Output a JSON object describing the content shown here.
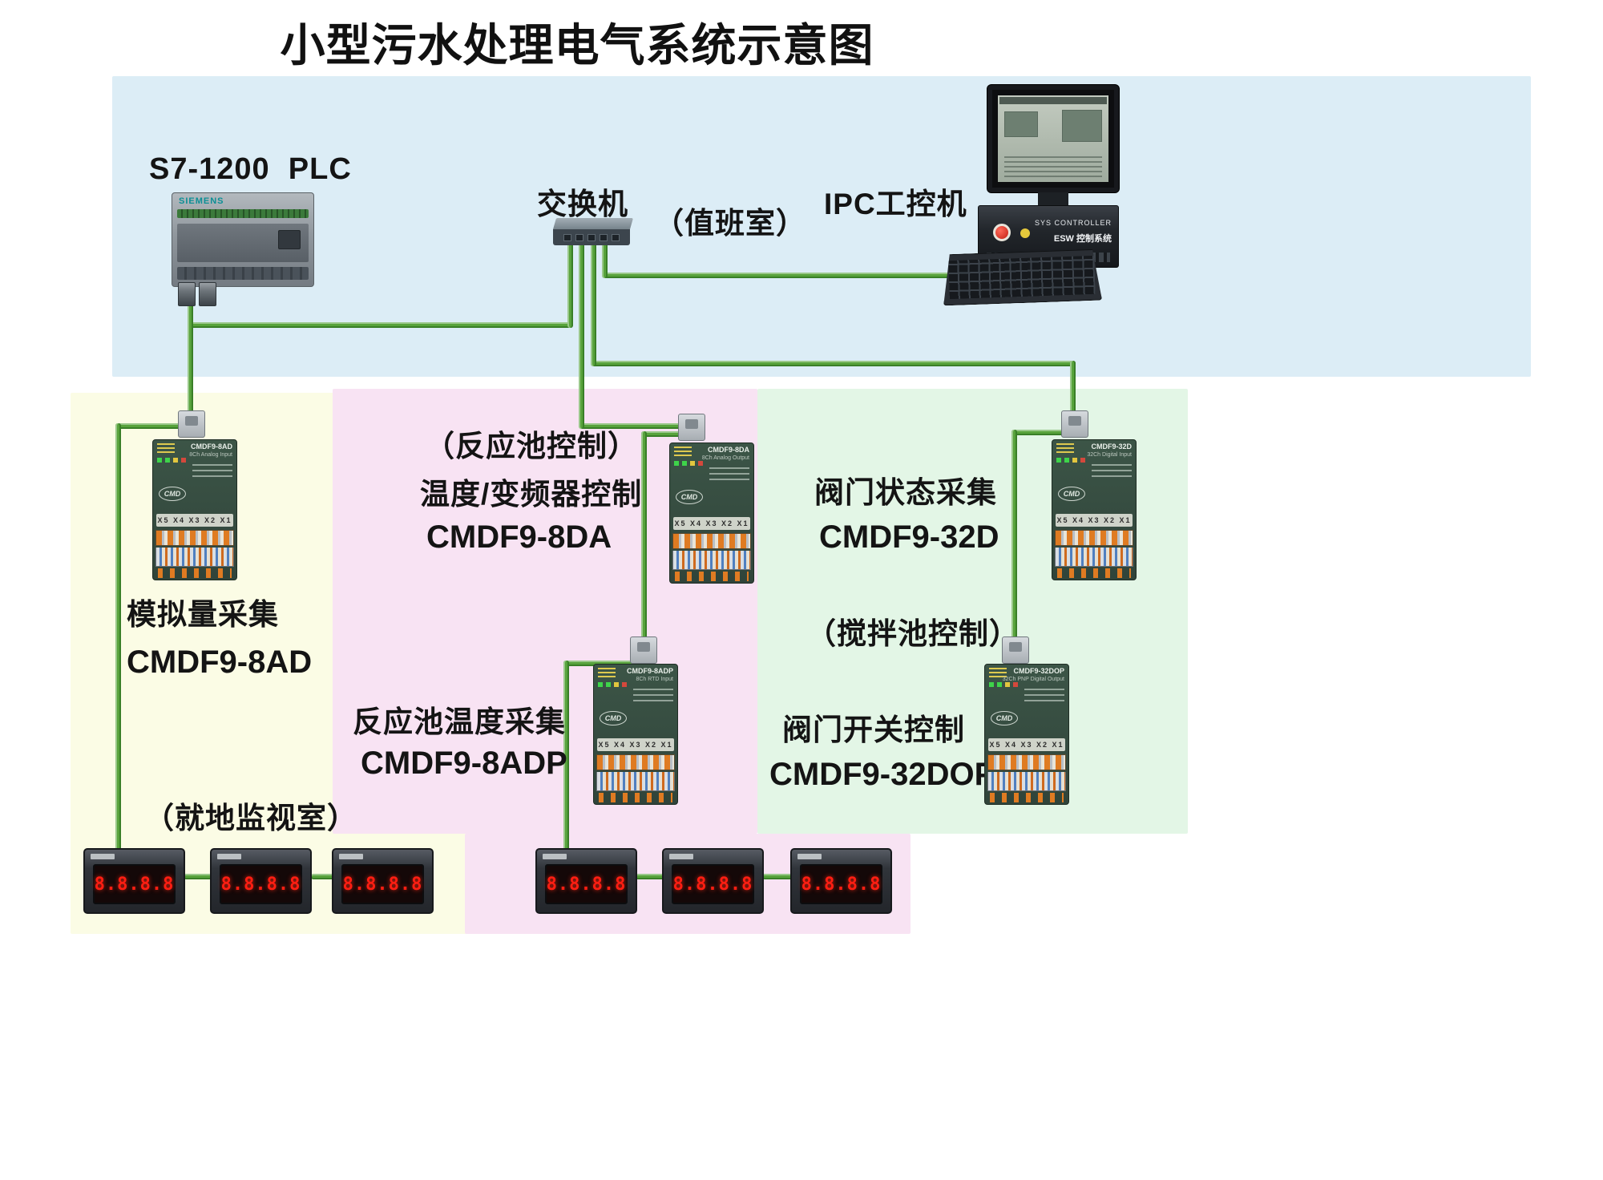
{
  "title": "小型污水处理电气系统示意图",
  "colors": {
    "cable": "#58a33c",
    "panel-blue": "#dcedf6",
    "panel-yellow": "#fbfce5",
    "panel-pink": "#f8e3f3",
    "panel-green": "#e3f6e6"
  },
  "top": {
    "plc_label": "S7-1200  PLC",
    "plc_brand": "SIEMENS",
    "switch_label": "交换机",
    "duty_room_label": "（值班室）",
    "ipc_label": "IPC工控机",
    "ipc_face_line1": "SYS CONTROLLER",
    "ipc_face_line2": "ESW 控制系统"
  },
  "left_zone": {
    "function_label": "模拟量采集",
    "model_label": "CMDF9-8AD",
    "room_label": "（就地监视室）",
    "module": {
      "face_model": "CMDF9-8AD",
      "face_sub": "8Ch Analog Input",
      "logo": "CMD",
      "terminals": "X5 X4 X3 X2 X1"
    }
  },
  "middle_zone": {
    "control_label": "（反应池控制）",
    "function_label_top": "温度/变频器控制",
    "model_label_top": "CMDF9-8DA",
    "module_top": {
      "face_model": "CMDF9-8DA",
      "face_sub": "8Ch Analog Output",
      "logo": "CMD",
      "terminals": "X5 X4 X3 X2 X1"
    },
    "function_label_bottom": "反应池温度采集",
    "model_label_bottom": "CMDF9-8ADP",
    "module_bottom": {
      "face_model": "CMDF9-8ADP",
      "face_sub": "8Ch RTD Input",
      "logo": "CMD",
      "terminals": "X5 X4 X3 X2 X1"
    }
  },
  "right_zone": {
    "function_label_top": "阀门状态采集",
    "model_label_top": "CMDF9-32D",
    "control_label": "（搅拌池控制）",
    "module_top": {
      "face_model": "CMDF9-32D",
      "face_sub": "32Ch Digital Input",
      "logo": "CMD",
      "terminals": "X5 X4 X3 X2 X1"
    },
    "function_label_bottom": "阀门开关控制",
    "model_label_bottom": "CMDF9-32DOP",
    "module_bottom": {
      "face_model": "CMDF9-32DOP",
      "face_sub": "32Ch PNP Digital Output",
      "logo": "CMD",
      "terminals": "X5 X4 X3 X2 X1"
    }
  },
  "meters": {
    "display": "8.8.8.8"
  }
}
